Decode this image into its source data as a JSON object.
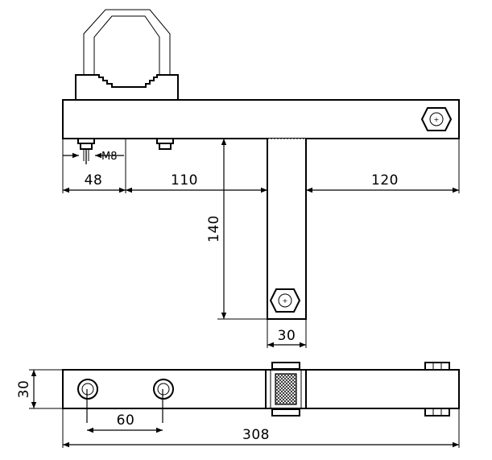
{
  "dimensions": {
    "d48": "48",
    "d110": "110",
    "d120": "120",
    "d140": "140",
    "d30_post": "30",
    "m8": "M8",
    "d30_side": "30",
    "d60": "60",
    "d308": "308"
  },
  "colors": {
    "line": "#000000",
    "background": "#ffffff",
    "pad_hatch": "#000000"
  },
  "icons": [
    "hex-nut-icon",
    "bolt-icon",
    "clamp-icon"
  ]
}
